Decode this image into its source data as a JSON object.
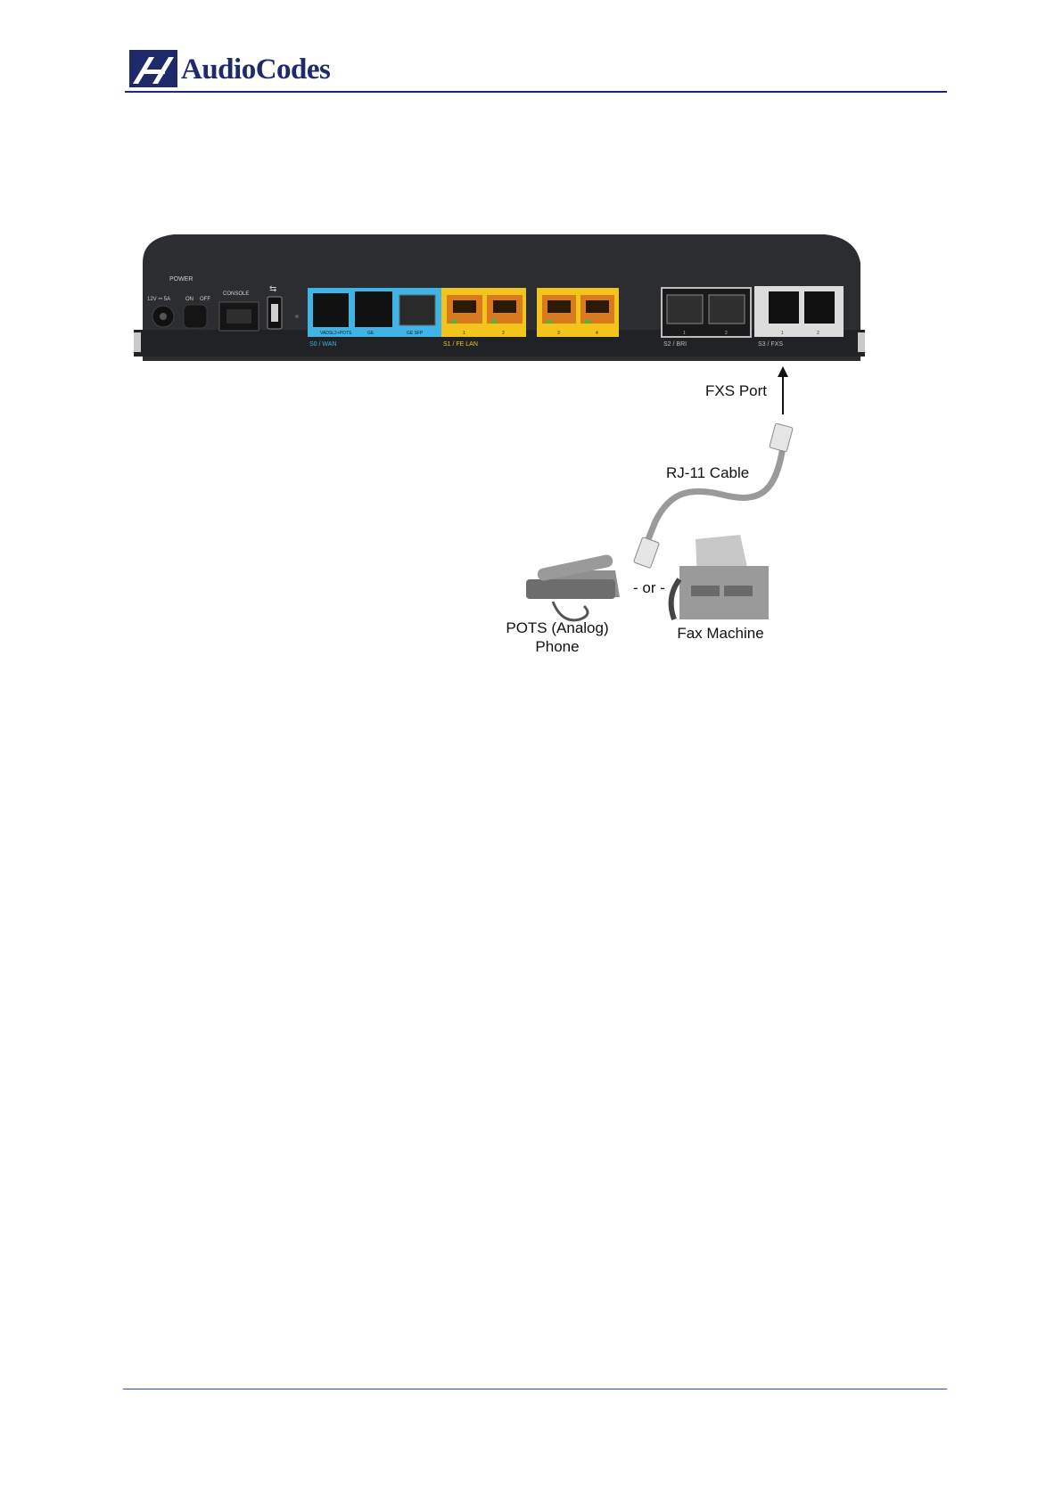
{
  "header": {
    "logo_text": "AudioCodes"
  },
  "device": {
    "power_label": "POWER",
    "power_rating": "12V ⎓ 5A",
    "switch_on": "ON",
    "switch_off": "OFF",
    "console_label": "CONSOLE",
    "wan_port_labels": [
      "VADSL2+POTS",
      "GE",
      "GE SFP"
    ],
    "wan_group_label": "S0 / WAN",
    "lan_port_labels": [
      "1",
      "2",
      "3",
      "4"
    ],
    "lan_group_label": "S1 / FE LAN",
    "bri_port_labels": [
      "1",
      "2"
    ],
    "bri_group_label": "S2 / BRI",
    "fxs_port_labels": [
      "1",
      "2"
    ],
    "fxs_group_label": "S3 / FXS",
    "colors": {
      "wan": "#3fb4e6",
      "lan": "#f2c41c",
      "chassis": "#2b2d31"
    }
  },
  "callouts": {
    "fxs_port": "FXS Port",
    "cable": "RJ-11 Cable",
    "separator": "- or -",
    "phone_line1": "POTS (Analog)",
    "phone_line2": "Phone",
    "fax": "Fax Machine"
  }
}
